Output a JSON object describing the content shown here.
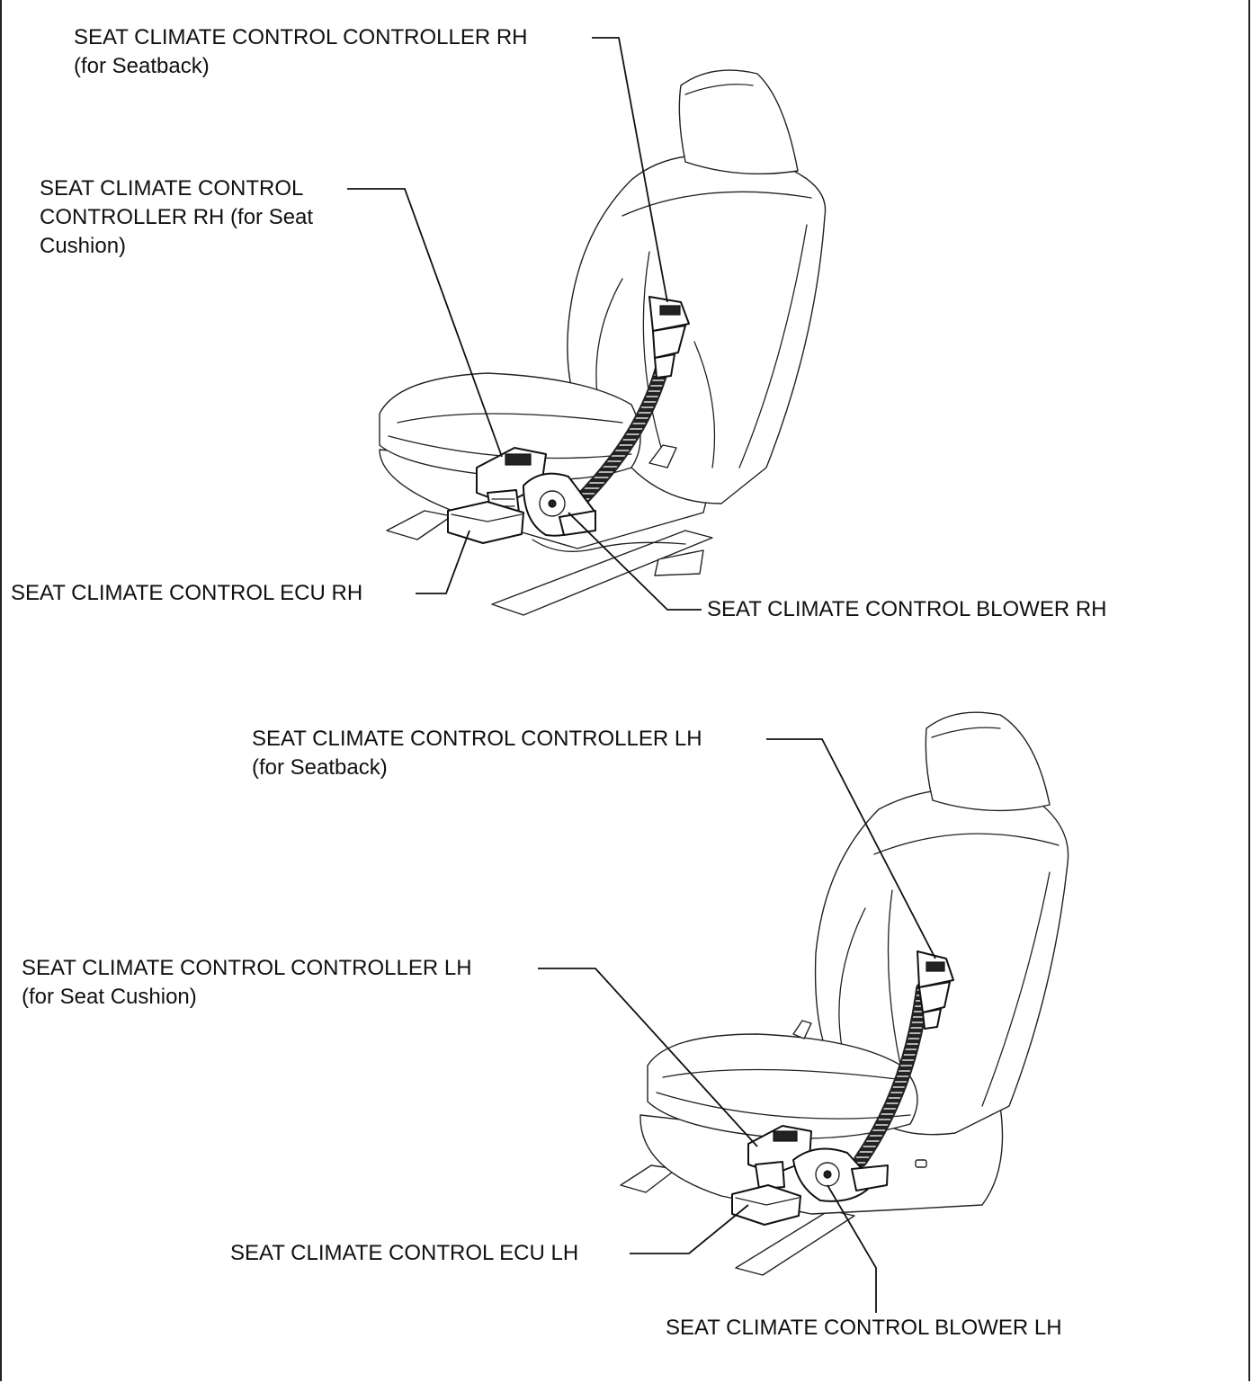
{
  "callouts": {
    "rh_seatback_controller": {
      "line1": "SEAT CLIMATE CONTROL CONTROLLER RH",
      "line2": "(for Seatback)"
    },
    "rh_cushion_controller": {
      "line1": "SEAT CLIMATE CONTROL",
      "line2": "CONTROLLER RH (for Seat",
      "line3": "Cushion)"
    },
    "rh_ecu": {
      "line1": "SEAT CLIMATE CONTROL ECU RH"
    },
    "rh_blower": {
      "line1": "SEAT CLIMATE CONTROL BLOWER RH"
    },
    "lh_seatback_controller": {
      "line1": "SEAT CLIMATE CONTROL CONTROLLER LH",
      "line2": "(for Seatback)"
    },
    "lh_cushion_controller": {
      "line1": "SEAT CLIMATE CONTROL CONTROLLER LH",
      "line2": "(for Seat Cushion)"
    },
    "lh_ecu": {
      "line1": "SEAT CLIMATE CONTROL ECU LH"
    },
    "lh_blower": {
      "line1": "SEAT CLIMATE CONTROL BLOWER LH"
    }
  },
  "colors": {
    "line": "#222222",
    "background": "#ffffff"
  }
}
